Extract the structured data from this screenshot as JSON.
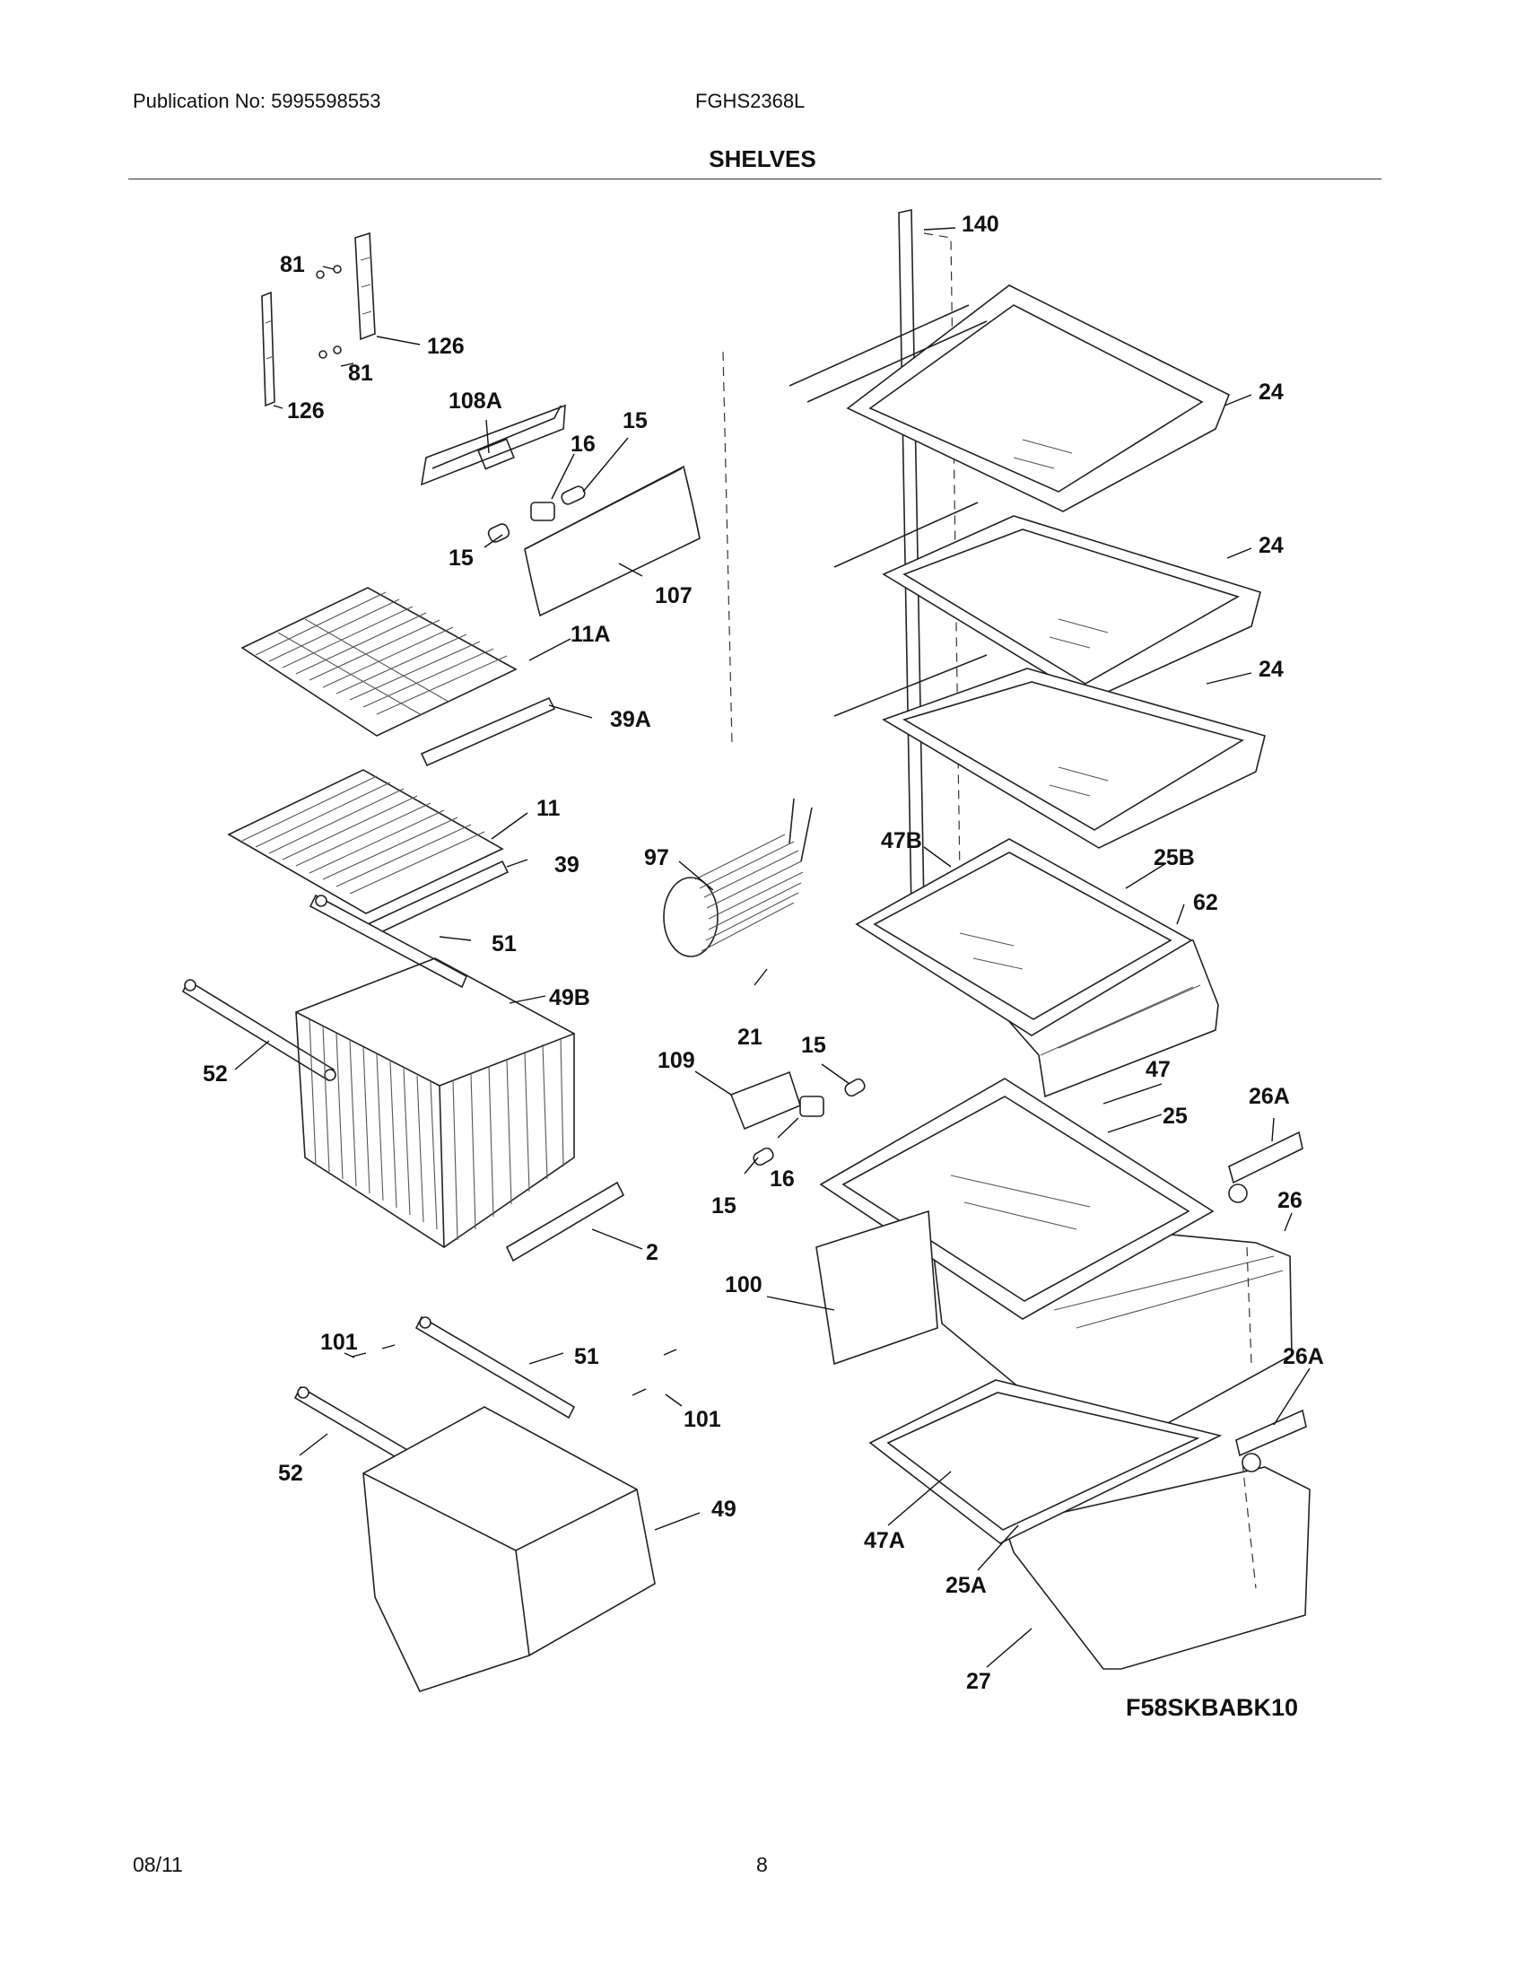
{
  "header": {
    "publication": "Publication No: 5995598553",
    "model": "FGHS2368L",
    "section_title": "SHELVES"
  },
  "diagram": {
    "code": "F58SKBABK10",
    "part_labels": [
      {
        "id": "l-81a",
        "text": "81"
      },
      {
        "id": "l-126a",
        "text": "126"
      },
      {
        "id": "l-81b",
        "text": "81"
      },
      {
        "id": "l-126b",
        "text": "126"
      },
      {
        "id": "l-108A",
        "text": "108A"
      },
      {
        "id": "l-15a",
        "text": "15"
      },
      {
        "id": "l-16a",
        "text": "16"
      },
      {
        "id": "l-15b",
        "text": "15"
      },
      {
        "id": "l-107",
        "text": "107"
      },
      {
        "id": "l-11A",
        "text": "11A"
      },
      {
        "id": "l-39A",
        "text": "39A"
      },
      {
        "id": "l-11",
        "text": "11"
      },
      {
        "id": "l-39",
        "text": "39"
      },
      {
        "id": "l-51a",
        "text": "51"
      },
      {
        "id": "l-49B",
        "text": "49B"
      },
      {
        "id": "l-52a",
        "text": "52"
      },
      {
        "id": "l-2",
        "text": "2"
      },
      {
        "id": "l-101a",
        "text": "101"
      },
      {
        "id": "l-51b",
        "text": "51"
      },
      {
        "id": "l-101b",
        "text": "101"
      },
      {
        "id": "l-52b",
        "text": "52"
      },
      {
        "id": "l-49",
        "text": "49"
      },
      {
        "id": "l-140",
        "text": "140"
      },
      {
        "id": "l-24a",
        "text": "24"
      },
      {
        "id": "l-24b",
        "text": "24"
      },
      {
        "id": "l-24c",
        "text": "24"
      },
      {
        "id": "l-97",
        "text": "97"
      },
      {
        "id": "l-21",
        "text": "21"
      },
      {
        "id": "l-47B",
        "text": "47B"
      },
      {
        "id": "l-25B",
        "text": "25B"
      },
      {
        "id": "l-62",
        "text": "62"
      },
      {
        "id": "l-109",
        "text": "109"
      },
      {
        "id": "l-15c",
        "text": "15"
      },
      {
        "id": "l-16b",
        "text": "16"
      },
      {
        "id": "l-15d",
        "text": "15"
      },
      {
        "id": "l-47",
        "text": "47"
      },
      {
        "id": "l-25",
        "text": "25"
      },
      {
        "id": "l-26A-a",
        "text": "26A"
      },
      {
        "id": "l-26",
        "text": "26"
      },
      {
        "id": "l-100",
        "text": "100"
      },
      {
        "id": "l-26A-b",
        "text": "26A"
      },
      {
        "id": "l-47A",
        "text": "47A"
      },
      {
        "id": "l-25A",
        "text": "25A"
      },
      {
        "id": "l-27",
        "text": "27"
      }
    ]
  },
  "footer": {
    "date": "08/11",
    "page": "8"
  }
}
